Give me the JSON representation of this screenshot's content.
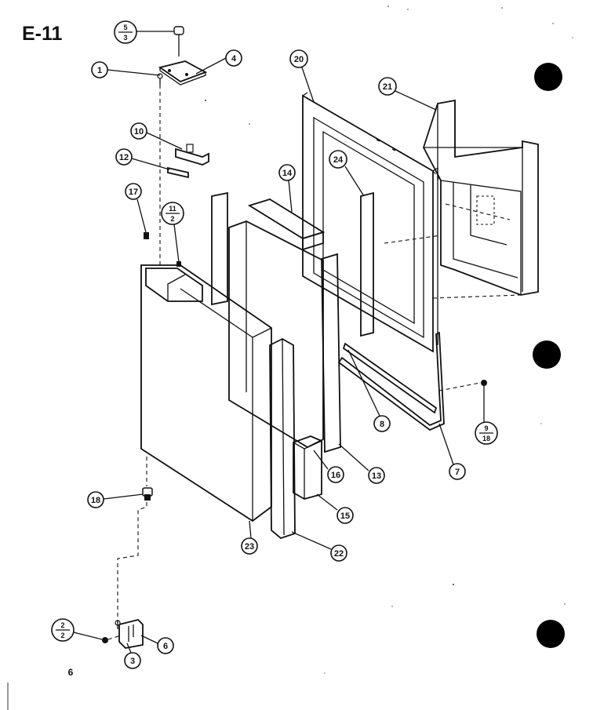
{
  "diagram": {
    "section_code": "E-11",
    "page_number": "6",
    "callouts": [
      {
        "id": "c1",
        "text": "1"
      },
      {
        "id": "c4",
        "text": "4"
      },
      {
        "id": "c10",
        "text": "10"
      },
      {
        "id": "c12",
        "text": "12"
      },
      {
        "id": "c17",
        "text": "17"
      },
      {
        "id": "c14",
        "text": "14"
      },
      {
        "id": "c20",
        "text": "20"
      },
      {
        "id": "c21",
        "text": "21"
      },
      {
        "id": "c24",
        "text": "24"
      },
      {
        "id": "c8",
        "text": "8"
      },
      {
        "id": "c7",
        "text": "7"
      },
      {
        "id": "c13",
        "text": "13"
      },
      {
        "id": "c16",
        "text": "16"
      },
      {
        "id": "c15",
        "text": "15"
      },
      {
        "id": "c22",
        "text": "22"
      },
      {
        "id": "c23",
        "text": "23"
      },
      {
        "id": "c18",
        "text": "18"
      },
      {
        "id": "c3",
        "text": "3"
      },
      {
        "id": "c6",
        "text": "6"
      }
    ],
    "fraction_refs": [
      {
        "id": "f53",
        "numerator": "5",
        "denominator": "3"
      },
      {
        "id": "f112",
        "numerator": "11",
        "denominator": "2"
      },
      {
        "id": "f918",
        "numerator": "9",
        "denominator": "18"
      },
      {
        "id": "f22",
        "numerator": "2",
        "denominator": "2"
      }
    ]
  }
}
